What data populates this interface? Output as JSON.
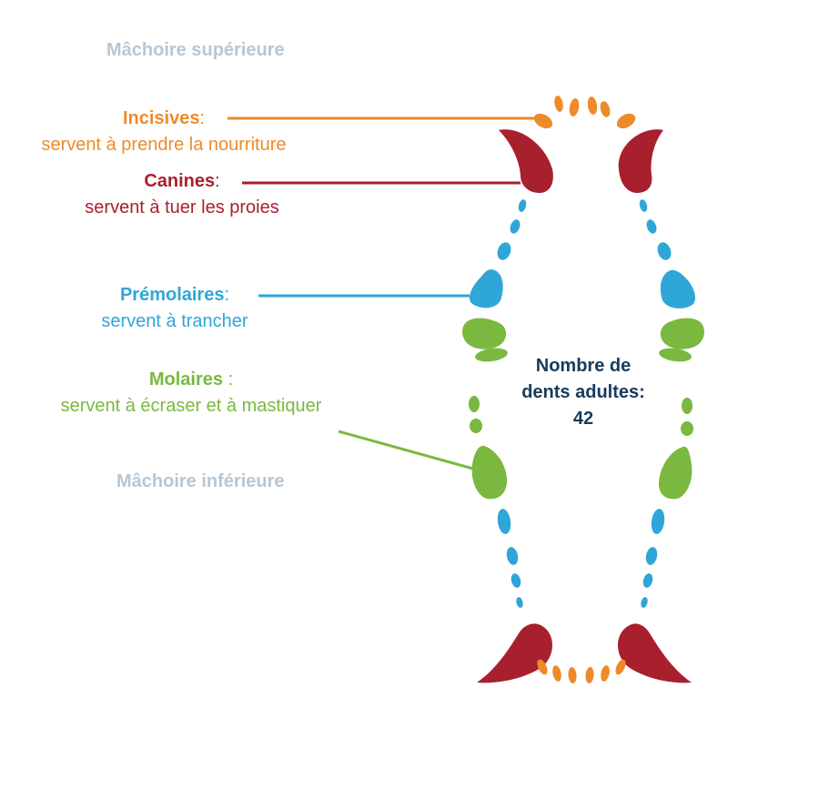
{
  "jaws": {
    "upper": "Mâchoire supérieure",
    "lower": "Mâchoire inférieure"
  },
  "categories": {
    "incisives": {
      "name": "Incisives",
      "suffix": ":",
      "desc": "servent à prendre la nourriture",
      "color": "#ef8a2a"
    },
    "canines": {
      "name": "Canines",
      "suffix": ":",
      "desc": "servent à tuer les proies",
      "color": "#a81f2d"
    },
    "premolaires": {
      "name": "Prémolaires",
      "suffix": ":",
      "desc": "servent à trancher",
      "color": "#2fa6d8"
    },
    "molaires": {
      "name": "Molaires",
      "suffix": " :",
      "desc": "servent à écraser et à mastiquer",
      "color": "#7ab83f"
    }
  },
  "center": {
    "line1": "Nombre de",
    "line2": "dents adultes:",
    "line3": "42"
  }
}
